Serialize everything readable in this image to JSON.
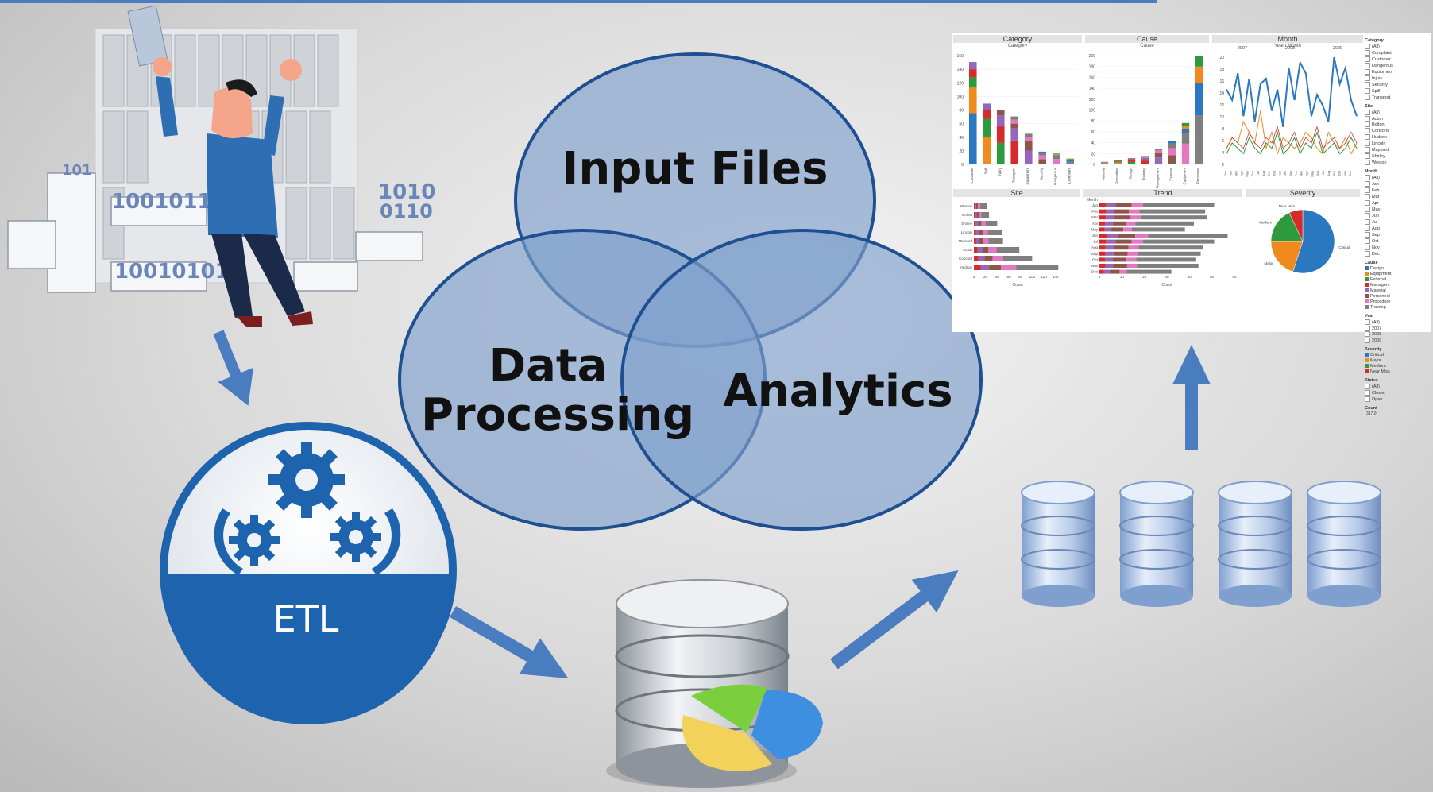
{
  "venn": {
    "input_files": "Input Files",
    "data_processing": "Data\nProcessing",
    "analytics": "Analytics"
  },
  "etl": {
    "label": "ETL"
  },
  "clipart": {
    "binary_text_1": "1001011",
    "binary_text_2": "10010101",
    "binary_text_3": "1010",
    "binary_text_4": "101",
    "binary_text_5": "0110"
  },
  "dashboard": {
    "category": {
      "title": "Category",
      "subtitle": "Category",
      "y_ticks": [
        "160",
        "140",
        "120",
        "100",
        "80",
        "60",
        "40",
        "20",
        "0"
      ],
      "categories": [
        "Customer",
        "Spill",
        "Injury",
        "Transport",
        "Equipment",
        "Security",
        "Dangerous",
        "Complaint"
      ],
      "totals": [
        160,
        95,
        85,
        75,
        48,
        20,
        17,
        9
      ]
    },
    "cause": {
      "title": "Cause",
      "subtitle": "Cause",
      "y_ticks": [
        "200",
        "180",
        "160",
        "140",
        "120",
        "100",
        "80",
        "60",
        "40",
        "20",
        "0"
      ],
      "categories": [
        "Material",
        "Procedure",
        "Design",
        "Training",
        "Management",
        "External",
        "Equipment",
        "Personnel"
      ],
      "totals": [
        5,
        8,
        12,
        15,
        30,
        45,
        80,
        210
      ]
    },
    "month": {
      "title": "Month",
      "subtitle": "Year / Month",
      "years": [
        "2007",
        "2008",
        "2009"
      ],
      "y_ticks": [
        "20",
        "18",
        "16",
        "14",
        "12",
        "10",
        "8",
        "6",
        "4",
        "2"
      ],
      "months": [
        "Jan",
        "Feb",
        "Mar",
        "Apr",
        "May",
        "Jun",
        "Jul",
        "Aug",
        "Sep",
        "Oct",
        "Nov",
        "Dec"
      ]
    },
    "site": {
      "title": "Site",
      "sites": [
        "Weston",
        "Bolton",
        "Shirley",
        "Lincoln",
        "Maynard",
        "Acton",
        "Concord",
        "Hudson"
      ],
      "totals": [
        22,
        26,
        40,
        48,
        50,
        78,
        100,
        145
      ],
      "x_ticks": [
        "0",
        "20",
        "40",
        "60",
        "80",
        "100",
        "120",
        "140"
      ],
      "x_label": "Count"
    },
    "trend": {
      "title": "Trend",
      "axis_label": "Month",
      "months": [
        "Jan",
        "Feb",
        "Mar",
        "Apr",
        "May",
        "Jun",
        "Jul",
        "Aug",
        "Sep",
        "Oct",
        "Nov",
        "Dec"
      ],
      "totals": [
        51,
        47,
        48,
        42,
        38,
        57,
        51,
        46,
        45,
        43,
        44,
        32
      ],
      "x_ticks": [
        "0",
        "10",
        "20",
        "30",
        "40",
        "50",
        "60"
      ],
      "x_label": "Count"
    },
    "severity": {
      "title": "Severity",
      "slices": [
        {
          "label": "Critical",
          "value": 55,
          "color": "#2a78c0"
        },
        {
          "label": "Major",
          "value": 20,
          "color": "#f08a1f"
        },
        {
          "label": "Medium",
          "value": 18,
          "color": "#2e9a3c"
        },
        {
          "label": "Near Miss",
          "value": 7,
          "color": "#d62b2b"
        }
      ]
    },
    "series_colors": [
      "#2a78c0",
      "#f08a1f",
      "#2e9a3c",
      "#d62b2b",
      "#9467bd",
      "#8c564b",
      "#e377c2",
      "#7f7f7f"
    ],
    "legend_category": {
      "title": "Category",
      "items": [
        "(All)",
        "Complaint",
        "Customer",
        "Dangerous",
        "Equipment",
        "Injury",
        "Security",
        "Spill",
        "Transport"
      ]
    },
    "legend_site": {
      "title": "Site",
      "items": [
        "(All)",
        "Acton",
        "Bolton",
        "Concord",
        "Hudson",
        "Lincoln",
        "Maynard",
        "Shirley",
        "Weston"
      ]
    },
    "legend_month": {
      "title": "Month",
      "items": [
        "(All)",
        "Jan",
        "Feb",
        "Mar",
        "Apr",
        "May",
        "Jun",
        "Jul",
        "Aug",
        "Sep",
        "Oct",
        "Nov",
        "Dec"
      ]
    },
    "legend_cause": {
      "title": "Cause",
      "items": [
        "Design",
        "Equipment",
        "External",
        "Managem",
        "Material",
        "Personnel",
        "Procedure",
        "Training"
      ]
    },
    "legend_year": {
      "title": "Year",
      "items": [
        "(All)",
        "2007",
        "2008",
        "2009"
      ]
    },
    "legend_severity": {
      "title": "Severity",
      "items": [
        "Critical",
        "Major",
        "Medium",
        "Near Miss"
      ]
    },
    "legend_status": {
      "title": "Status",
      "items": [
        "(All)",
        "Closed",
        "Open"
      ]
    },
    "legend_count": {
      "title": "Count",
      "value": "317.0"
    }
  }
}
